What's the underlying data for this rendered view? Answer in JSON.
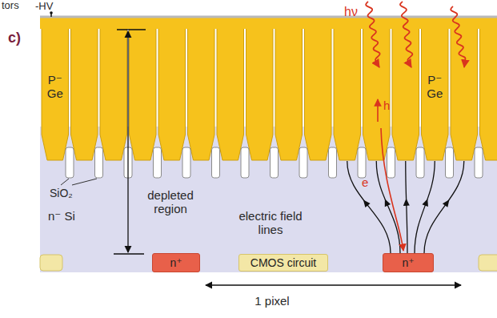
{
  "diagram": {
    "nodes": [
      {
        "text": [
          "n⁺"
        ]
      },
      {
        "text": [
          "CMOS circuit"
        ]
      },
      {
        "text": [
          "n⁺"
        ]
      }
    ],
    "labels": [
      "tors",
      "-HV",
      "c)",
      "hν",
      "P⁻ Ge",
      "h",
      "P⁻ Ge",
      "SiO₂",
      "depleted region",
      "n⁻ Si",
      "electric field lines",
      "e",
      "1 pixel"
    ]
  }
}
